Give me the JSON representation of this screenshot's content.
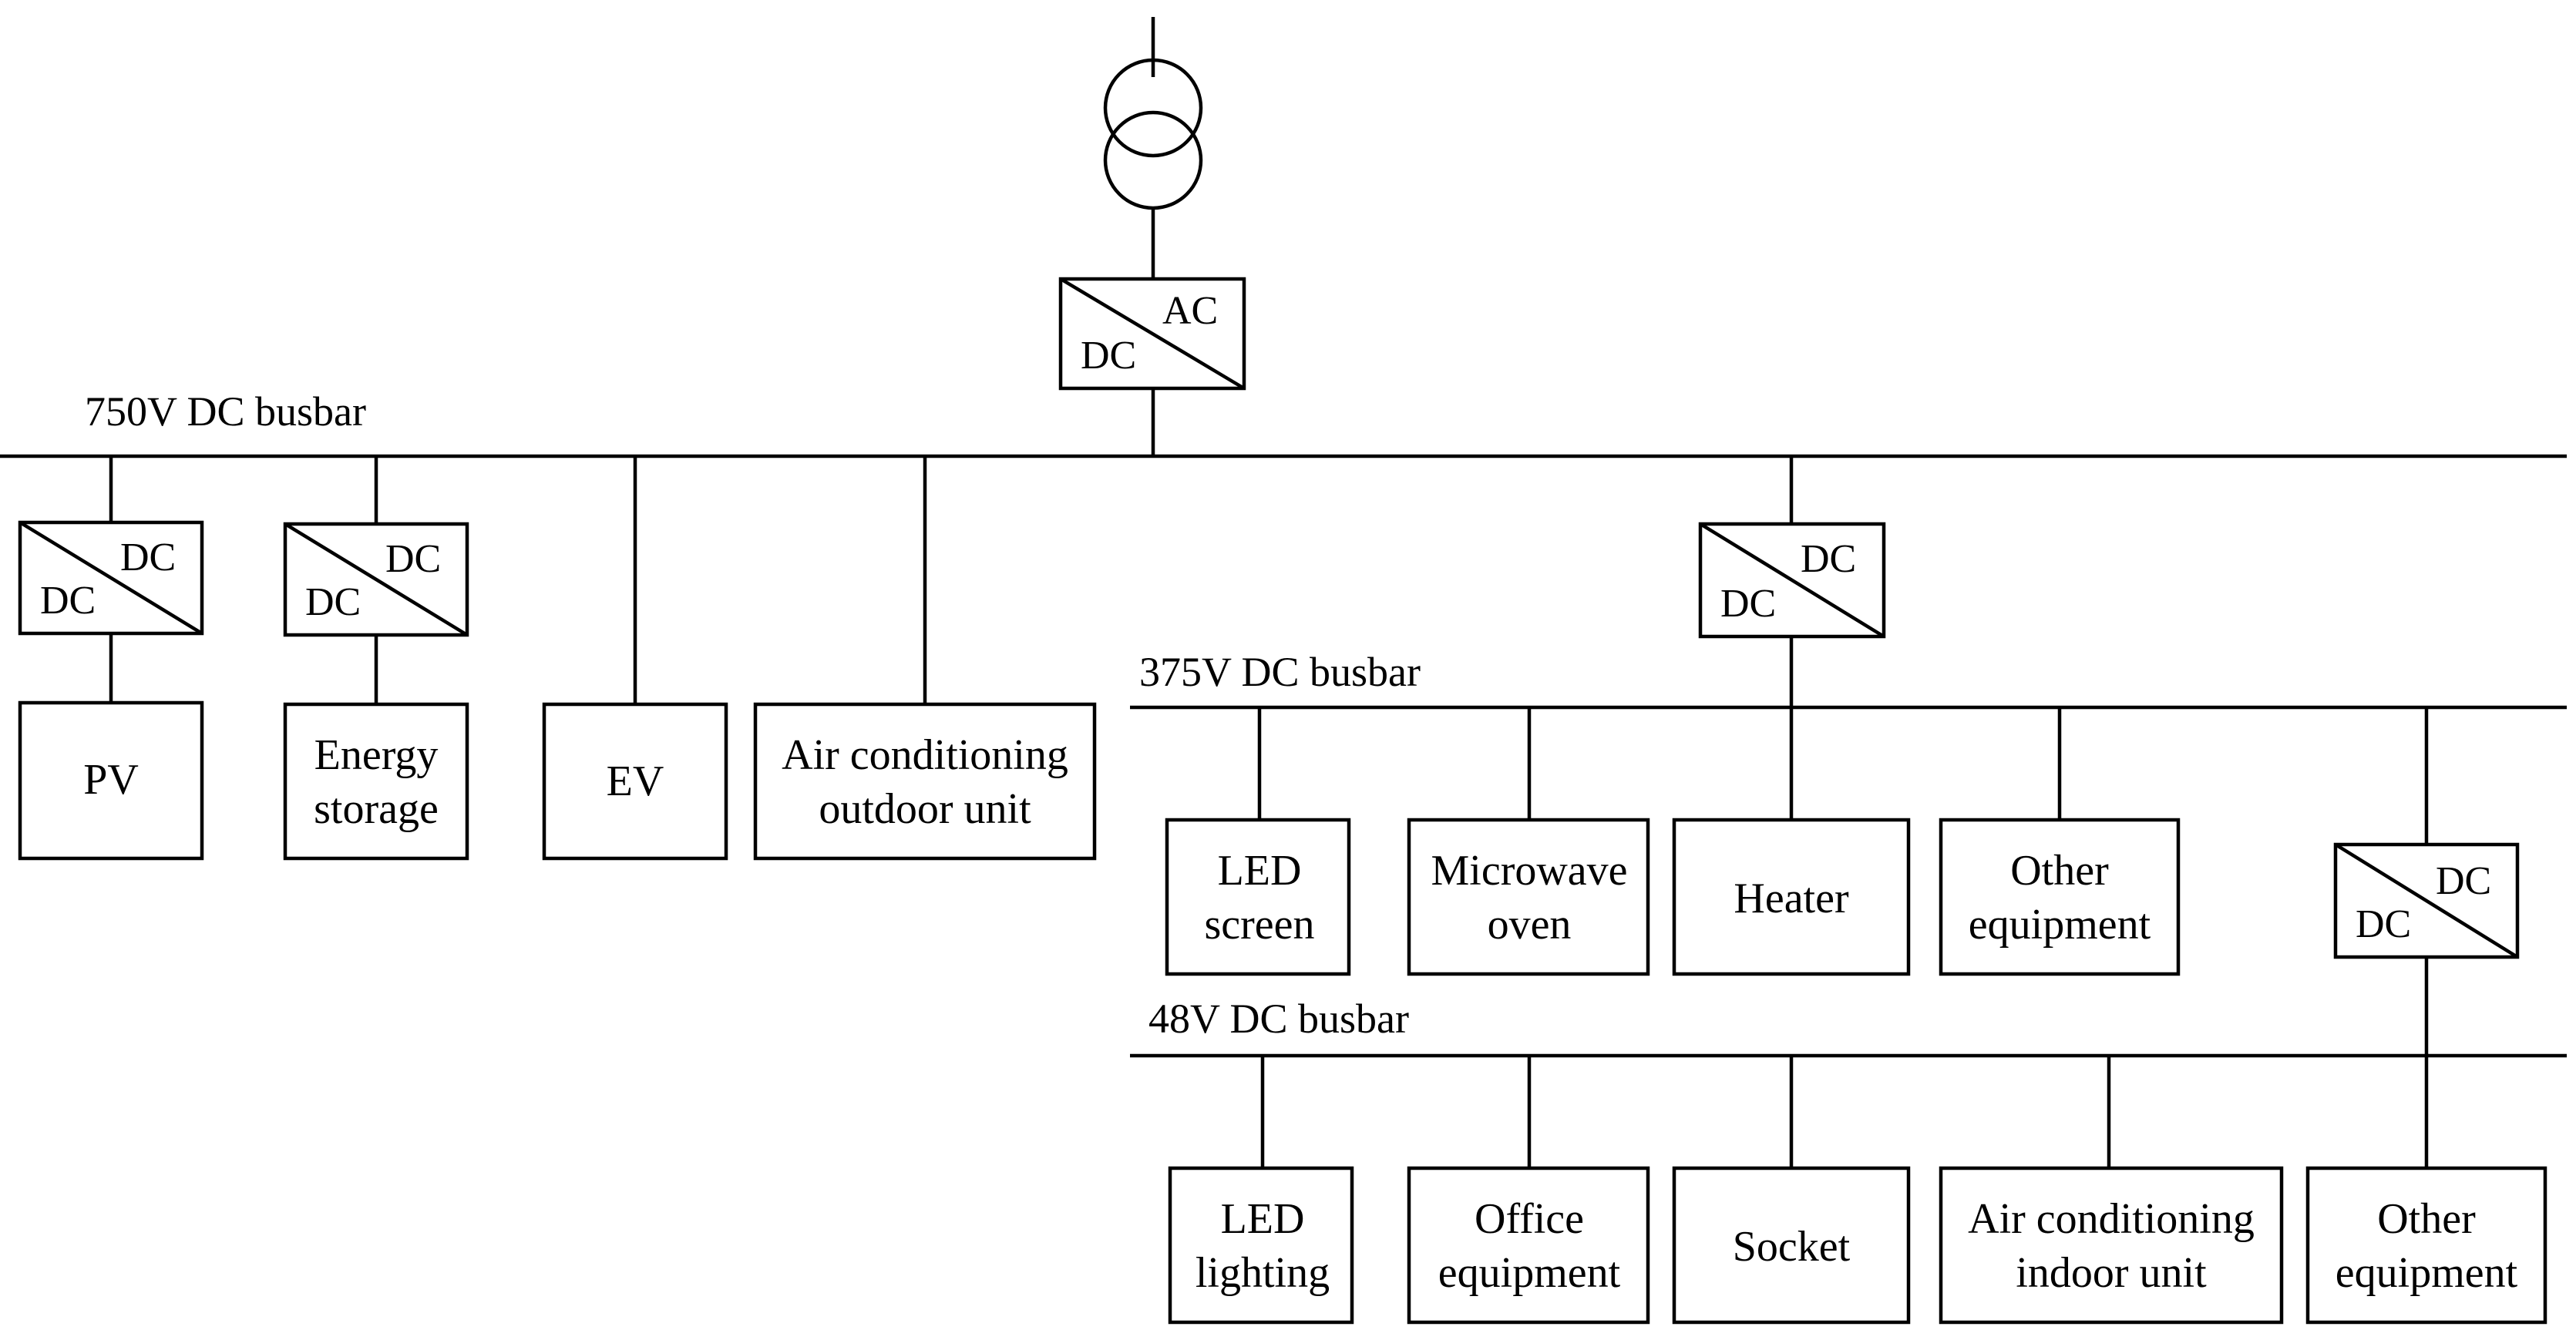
{
  "busbars": {
    "b750": "750V DC busbar",
    "b375": "375V DC busbar",
    "b48": "48V DC busbar"
  },
  "converters": {
    "grid": {
      "top": "AC",
      "bottom": "DC"
    },
    "pv": {
      "top": "DC",
      "bottom": "DC"
    },
    "storage": {
      "top": "DC",
      "bottom": "DC"
    },
    "to375": {
      "top": "DC",
      "bottom": "DC"
    },
    "to48": {
      "top": "DC",
      "bottom": "DC"
    }
  },
  "loads": {
    "pv": [
      "PV"
    ],
    "storage": [
      "Energy",
      "storage"
    ],
    "ev": [
      "EV"
    ],
    "ac_outdoor": [
      "Air conditioning",
      "outdoor unit"
    ],
    "led_screen": [
      "LED",
      "screen"
    ],
    "microwave": [
      "Microwave",
      "oven"
    ],
    "heater": [
      "Heater"
    ],
    "other_375": [
      "Other",
      "equipment"
    ],
    "led_lighting": [
      "LED",
      "lighting"
    ],
    "office": [
      "Office",
      "equipment"
    ],
    "socket": [
      "Socket"
    ],
    "ac_indoor": [
      "Air conditioning",
      "indoor unit"
    ],
    "other_48": [
      "Other",
      "equipment"
    ]
  }
}
